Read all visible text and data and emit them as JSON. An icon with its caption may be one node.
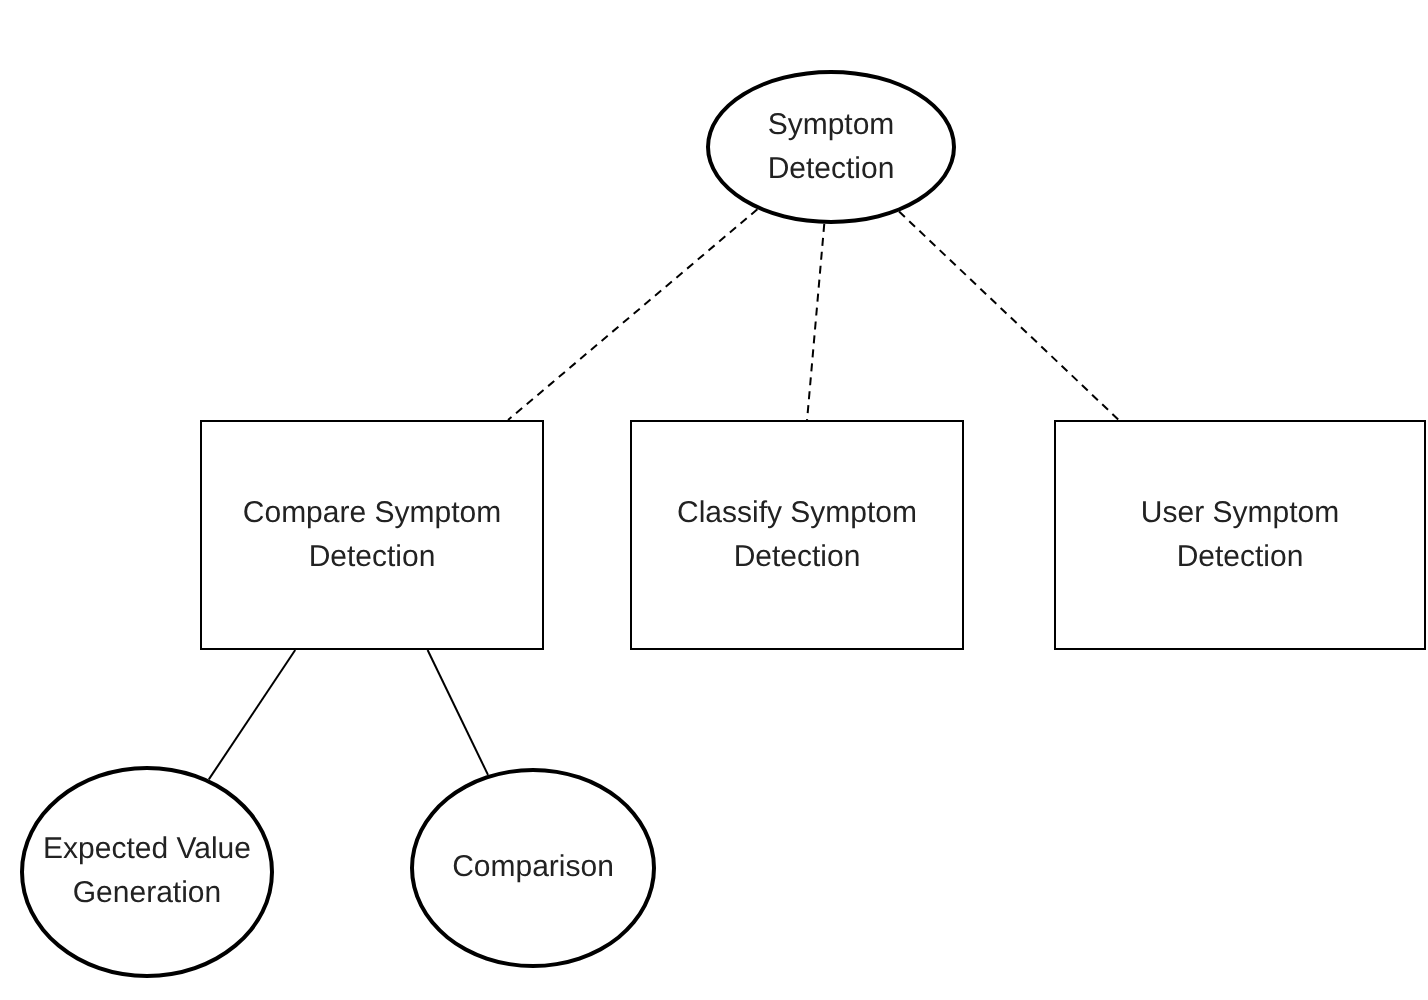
{
  "diagram": {
    "nodes": [
      {
        "text": [
          "Symptom Detection"
        ]
      },
      {
        "text": [
          "Compare Symptom Detection"
        ]
      },
      {
        "text": [
          "Classify Symptom Detection"
        ]
      },
      {
        "text": [
          "User Symptom Detection"
        ]
      },
      {
        "text": [
          "Expected Value Generation"
        ]
      },
      {
        "text": [
          "Comparison"
        ]
      }
    ],
    "edges": [
      {
        "from": 0,
        "to": 1,
        "arrow": "none",
        "style": "dashed"
      },
      {
        "from": 0,
        "to": 2,
        "arrow": "none",
        "style": "dashed"
      },
      {
        "from": 0,
        "to": 3,
        "arrow": "none",
        "style": "dashed"
      },
      {
        "from": 1,
        "to": 4,
        "arrow": "none"
      },
      {
        "from": 1,
        "to": 5,
        "arrow": "none"
      }
    ]
  }
}
